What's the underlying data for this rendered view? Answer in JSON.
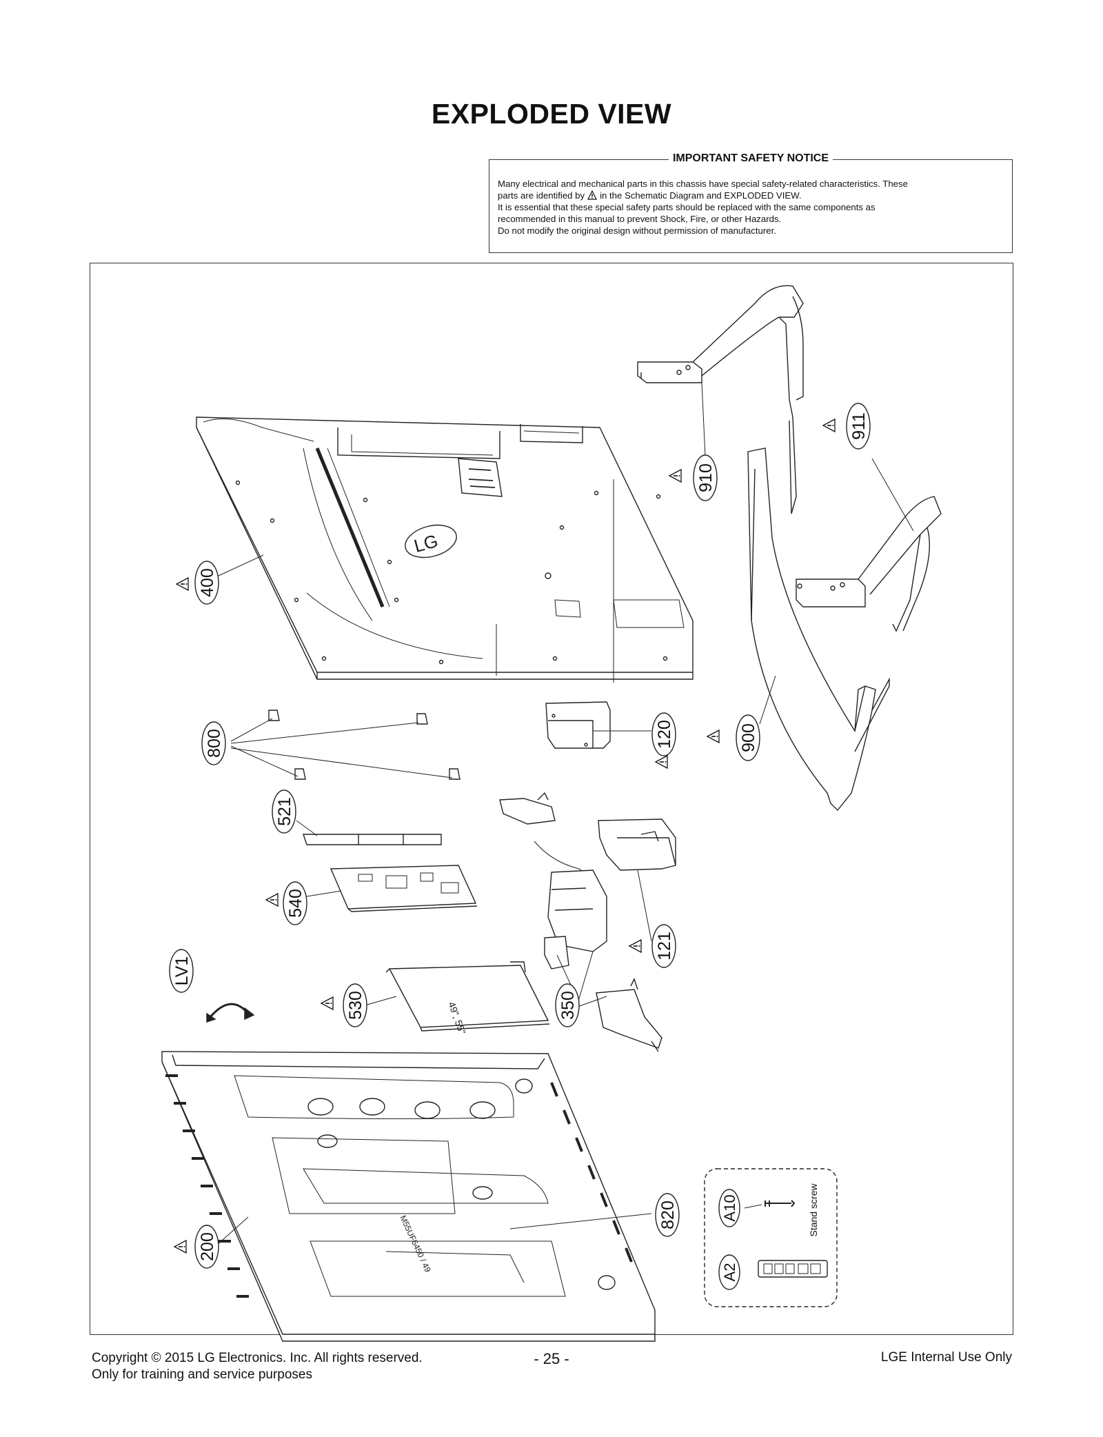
{
  "page": {
    "title": "EXPLODED VIEW"
  },
  "notice": {
    "heading": "IMPORTANT SAFETY NOTICE",
    "line1": "Many electrical and mechanical parts in this chassis have special safety-related characteristics. These",
    "line2_before": "parts are identified by",
    "line2_after": "in the Schematic Diagram and EXPLODED VIEW.",
    "line3": "It is essential that these special safety parts should be replaced with the same components as",
    "line4": "recommended in this manual to prevent Shock, Fire, or other Hazards.",
    "line5": "Do not modify the original design without permission of manufacturer."
  },
  "callouts": {
    "c400": "400",
    "c910": "910",
    "c911": "911",
    "c800": "800",
    "c120": "120",
    "c900": "900",
    "c521": "521",
    "c540": "540",
    "c121": "121",
    "cLV1": "LV1",
    "c530": "530",
    "c350": "350",
    "c200": "200",
    "c820": "820",
    "cA10": "A10",
    "cA2": "A2"
  },
  "labels": {
    "stand_screw": "Stand screw",
    "logo": "LG",
    "module_text_1": "49\", 55\"",
    "module_text_2": "M55UF6450 / 49"
  },
  "footer": {
    "copyright": "Copyright  © 2015 LG Electronics. Inc. All rights reserved.",
    "purpose": "Only for training and service purposes",
    "page_number": "- 25 -",
    "internal": "LGE Internal Use Only"
  }
}
